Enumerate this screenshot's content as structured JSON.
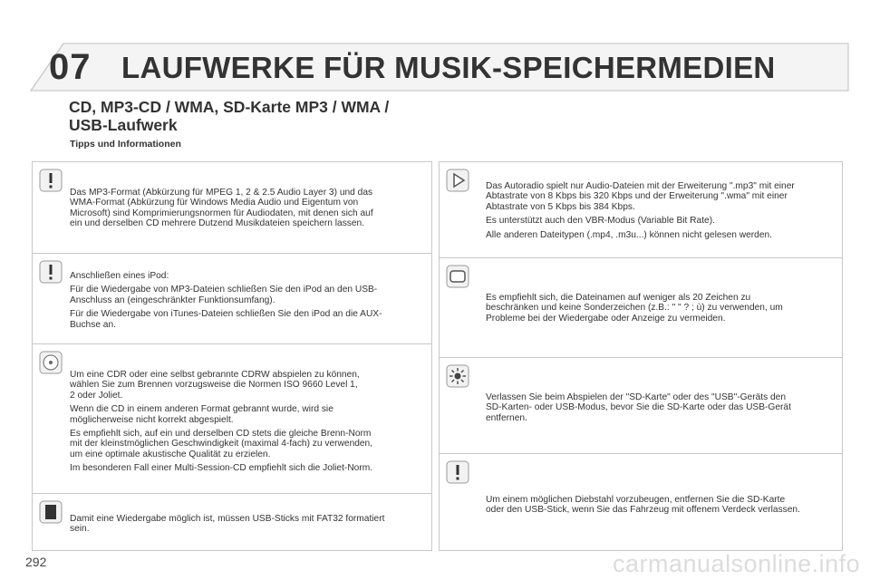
{
  "header": {
    "chapter": "07",
    "title": "LAUFWERKE FÜR MUSIK-SPEICHERMEDIEN"
  },
  "section": {
    "title": "CD, MP3-CD / WMA, SD-Karte MP3 / WMA / USB-Laufwerk",
    "subtitle": "Tipps und Informationen"
  },
  "left_boxes": [
    {
      "icon": "exclamation-icon",
      "paragraphs": [
        "Das MP3-Format (Abkürzung für MPEG 1, 2 & 2.5 Audio Layer 3) und das\nWMA-Format (Abkürzung für Windows Media Audio und Eigentum von\nMicrosoft) sind Komprimierungsnormen für Audiodaten, mit denen sich auf\nein und derselben CD mehrere Dutzend Musikdateien speichern lassen."
      ]
    },
    {
      "icon": "exclamation-icon",
      "paragraphs": [
        "Anschließen eines iPod:",
        "Für die Wiedergabe von MP3-Dateien schließen Sie den iPod an den USB-\nAnschluss an (eingeschränkter Funktionsumfang).",
        "Für die Wiedergabe von iTunes-Dateien schließen Sie den iPod an die AUX-\nBuchse an."
      ]
    },
    {
      "icon": "disc-icon",
      "paragraphs": [
        "Um eine CDR oder eine selbst gebrannte CDRW abspielen zu können,\nwählen Sie zum Brennen vorzugsweise die Normen ISO 9660 Level 1,\n2 oder Joliet.",
        "Wenn die CD in einem anderen Format gebrannt wurde, wird sie\nmöglicherweise nicht korrekt abgespielt.",
        "Es empfiehlt sich, auf ein und derselben CD stets die gleiche Brenn-Norm\nmit der kleinstmöglichen Geschwindigkeit (maximal 4-fach) zu verwenden,\num eine optimale akustische Qualität zu erzielen.",
        "Im besonderen Fall einer Multi-Session-CD empfiehlt sich die Joliet-Norm."
      ]
    },
    {
      "icon": "usb-stick-icon",
      "paragraphs": [
        "Damit eine Wiedergabe möglich ist, müssen USB-Sticks mit FAT32 formatiert\nsein."
      ]
    }
  ],
  "right_boxes": [
    {
      "icon": "play-icon",
      "paragraphs": [
        "Das Autoradio spielt nur Audio-Dateien mit der Erweiterung \".mp3\" mit einer\nAbtastrate von 8 Kbps  bis 320 Kbps  und der Erweiterung \".wma\" mit einer\nAbtastrate von 5 Kbps bis 384 Kbps.",
        "Es unterstützt auch den VBR-Modus (Variable Bit Rate).",
        "Alle anderen Dateitypen (.mp4, .m3u...) können nicht gelesen werden."
      ]
    },
    {
      "icon": "screen-icon",
      "paragraphs": [
        "Es empfiehlt sich, die Dateinamen auf weniger als 20 Zeichen zu\nbeschränken und keine Sonderzeichen (z.B.: \" \" ? ; ù) zu verwenden, um\nProbleme bei der Wiedergabe oder Anzeige zu vermeiden."
      ]
    },
    {
      "icon": "sun-icon",
      "paragraphs": [
        "Verlassen Sie beim Abspielen der \"SD-Karte\" oder des \"USB\"-Geräts den\nSD-Karten- oder USB-Modus, bevor Sie die SD-Karte oder das USB-Gerät\nentfernen."
      ]
    },
    {
      "icon": "exclamation-icon",
      "paragraphs": [
        "Um einem möglichen Diebstahl vorzubeugen, entfernen Sie die SD-Karte\noder den USB-Stick, wenn Sie das Fahrzeug mit offenem Verdeck verlassen."
      ]
    }
  ],
  "footer": {
    "page_number": "292",
    "watermark": "carmanualsonline.info"
  }
}
